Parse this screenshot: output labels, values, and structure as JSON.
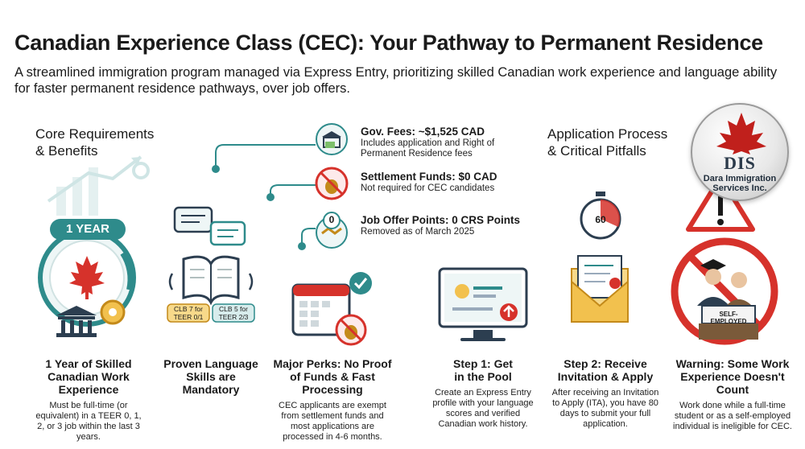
{
  "header": {
    "title": "Canadian Experience Class (CEC): Your Pathway to Permanent Residence",
    "subtitle": "A streamlined immigration program managed via Express Entry, prioritizing skilled Canadian work experience and language ability for faster permanent residence pathways, over job offers."
  },
  "sections": {
    "left_heading": "Core Requirements\n& Benefits",
    "right_heading": "Application Process\n& Critical Pitfalls"
  },
  "badges": {
    "one_year": "1 YEAR",
    "clb7": "CLB 7 for TEER 0/1",
    "clb5": "CLB 5 for TEER 2/3",
    "timer": "60",
    "self_employed": "SELF-EMPLOYED",
    "zero": "0"
  },
  "fees": [
    {
      "title": "Gov. Fees: ~$1,525 CAD",
      "desc": "Includes application and Right of Permanent Residence fees"
    },
    {
      "title": "Settlement Funds: $0 CAD",
      "desc": "Not required for CEC candidates"
    },
    {
      "title": "Job Offer Points: 0 CRS Points",
      "desc": "Removed as of March 2025"
    }
  ],
  "columns": [
    {
      "title": "1 Year of Skilled Canadian Work Experience",
      "desc": "Must be full-time (or equivalent) in a TEER 0, 1, 2, or 3 job within the last 3 years."
    },
    {
      "title": "Proven Language Skills are Mandatory",
      "desc": ""
    },
    {
      "title": "Major Perks: No Proof of Funds & Fast Processing",
      "desc": "CEC applicants are exempt from settlement funds and most applications are processed in 4-6 months."
    },
    {
      "title": "Step 1: Get in the Pool",
      "desc": "Create an Express Entry profile with your language scores and verified Canadian work history."
    },
    {
      "title": "Step 2: Receive Invitation & Apply",
      "desc": "After receiving an Invitation to Apply (ITA), you have 80 days to submit your full application."
    },
    {
      "title": "Warning: Some Work Experience Doesn't Count",
      "desc": "Work done while a full-time student or as a self-employed individual is ineligible for CEC."
    }
  ],
  "logo": {
    "initials": "DIS",
    "name": "Dara Immigration Services Inc."
  },
  "colors": {
    "teal": "#2e8b8b",
    "red": "#d6322b",
    "gold": "#f2c14e",
    "navy": "#2c3e50"
  }
}
